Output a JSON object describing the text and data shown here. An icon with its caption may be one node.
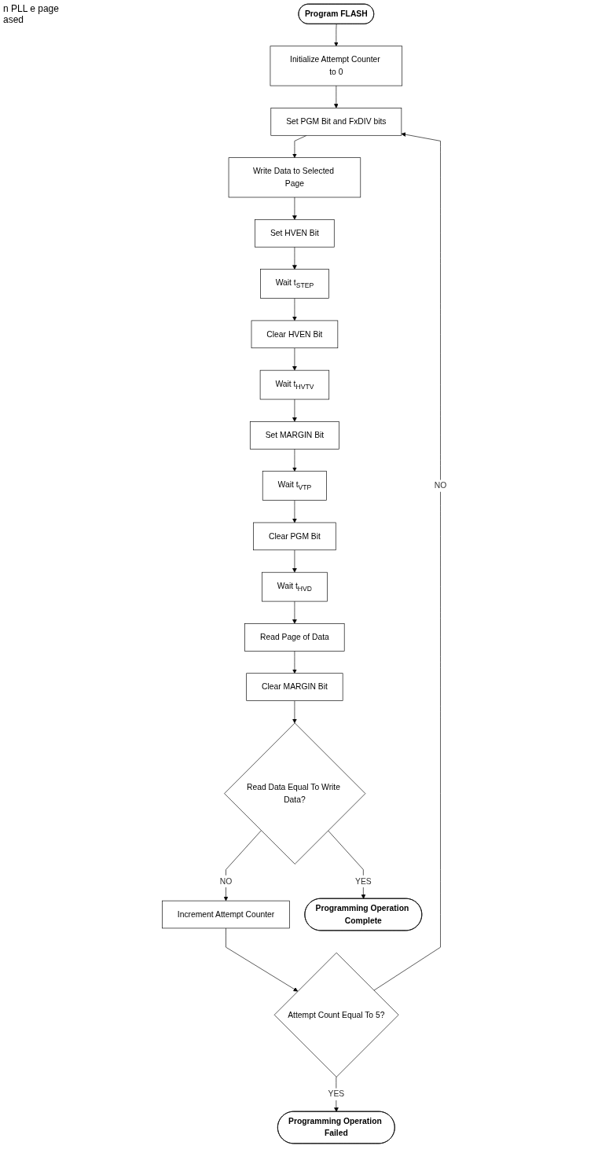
{
  "diagram": {
    "nodes": [
      {
        "text": [
          "Program FLASH"
        ]
      },
      {
        "text": [
          "Initialize Attempt Counter to 0"
        ]
      },
      {
        "text": [
          "Set PGM Bit and FxDIV bits"
        ]
      },
      {
        "text": [
          "Write Data to Selected Page"
        ]
      },
      {
        "text": [
          "Set HVEN Bit"
        ]
      },
      {
        "text": [
          "Wait t$_{STEP}$"
        ]
      },
      {
        "text": [
          "Clear HVEN Bit"
        ]
      },
      {
        "text": [
          "Wait t$_{HVTV}$"
        ]
      },
      {
        "text": [
          "Set MARGIN Bit"
        ]
      },
      {
        "text": [
          "Wait t$_{VTP}$"
        ]
      },
      {
        "text": [
          "Clear PGM Bit"
        ]
      },
      {
        "text": [
          "Wait t$_{HVD}$"
        ]
      },
      {
        "text": [
          "Read Page of Data"
        ]
      },
      {
        "text": [
          "Clear MARGIN Bit"
        ]
      },
      {
        "text": [
          "Read Data Equal To Write Data?"
        ]
      },
      {
        "text": [
          "Increment Attempt Counter"
        ]
      },
      {
        "text": [
          "Attempt Count Equal To 5?"
        ]
      },
      {
        "text": [
          "Programming Operation Complete"
        ]
      },
      {
        "text": [
          "Programming Operation Failed"
        ]
      }
    ],
    "edges": [
      {
        "from": 0,
        "to": 1,
        "arrow": "to"
      },
      {
        "from": 1,
        "to": 2,
        "arrow": "to"
      },
      {
        "from": 2,
        "to": 3,
        "arrow": "to"
      },
      {
        "from": 3,
        "to": 4,
        "arrow": "to"
      },
      {
        "from": 4,
        "to": 5,
        "arrow": "to"
      },
      {
        "from": 5,
        "to": 6,
        "arrow": "to"
      },
      {
        "from": 6,
        "to": 7,
        "arrow": "to"
      },
      {
        "from": 7,
        "to": 8,
        "arrow": "to"
      },
      {
        "from": 8,
        "to": 9,
        "arrow": "to"
      },
      {
        "from": 9,
        "to": 10,
        "arrow": "to"
      },
      {
        "from": 10,
        "to": 11,
        "arrow": "to"
      },
      {
        "from": 11,
        "to": 12,
        "arrow": "to"
      },
      {
        "from": 12,
        "to": 13,
        "arrow": "to"
      },
      {
        "from": 13,
        "to": 14,
        "arrow": "to"
      },
      {
        "from": 14,
        "to": 15,
        "label": "NO",
        "arrow": "to"
      },
      {
        "from": 14,
        "to": 17,
        "label": "YES",
        "arrow": "to"
      },
      {
        "from": 15,
        "to": 16,
        "arrow": "to"
      },
      {
        "from": 16,
        "to": 2,
        "label": "NO",
        "arrow": "to"
      },
      {
        "from": 16,
        "to": 18,
        "label": "YES",
        "arrow": "to"
      }
    ],
    "labels": [
      "n PLL e page ased"
    ]
  }
}
